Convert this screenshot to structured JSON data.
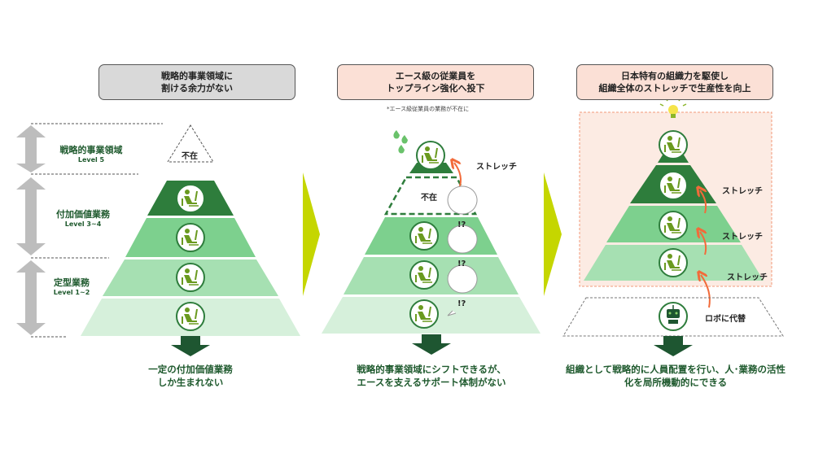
{
  "panels": [
    {
      "header": [
        "戦略的事業領域に",
        "割ける余力がない"
      ],
      "absent": "不在",
      "levels": [
        {
          "name": "戦略的事業領域",
          "level": "Level 5"
        },
        {
          "name": "付加価値業務",
          "level": "Level 3~4"
        },
        {
          "name": "定型業務",
          "level": "Level 1~2"
        }
      ],
      "caption": [
        "一定の付加価値業務",
        "しか生まれない"
      ]
    },
    {
      "header": [
        "エース級の従業員を",
        "トップライン強化へ投下"
      ],
      "note": "*エース級従業員の業務が不在に",
      "absent": "不在",
      "stretch": "ストレッチ",
      "bubble": "!?",
      "caption": [
        "戦略的事業領域にシフトできるが、",
        "エースを支えるサポート体制がない"
      ]
    },
    {
      "header": [
        "日本特有の組織力を駆使し",
        "組織全体のストレッチで生産性を向上"
      ],
      "stretch_labels": [
        "ストレッチ",
        "ストレッチ",
        "ストレッチ"
      ],
      "robot": "ロボに代替",
      "caption": [
        "組織として戦略的に人員配置を行い、人･業務の活性",
        "化を局所機動的にできる"
      ]
    }
  ],
  "colors": {
    "dark": "#2e7d3c",
    "mid": "#7dd08e",
    "light": "#a6e0b2",
    "pale": "#d6f0db",
    "arrow": "#f26b3a",
    "chevron": "#c5d600",
    "caption": "#1f5a2e"
  }
}
